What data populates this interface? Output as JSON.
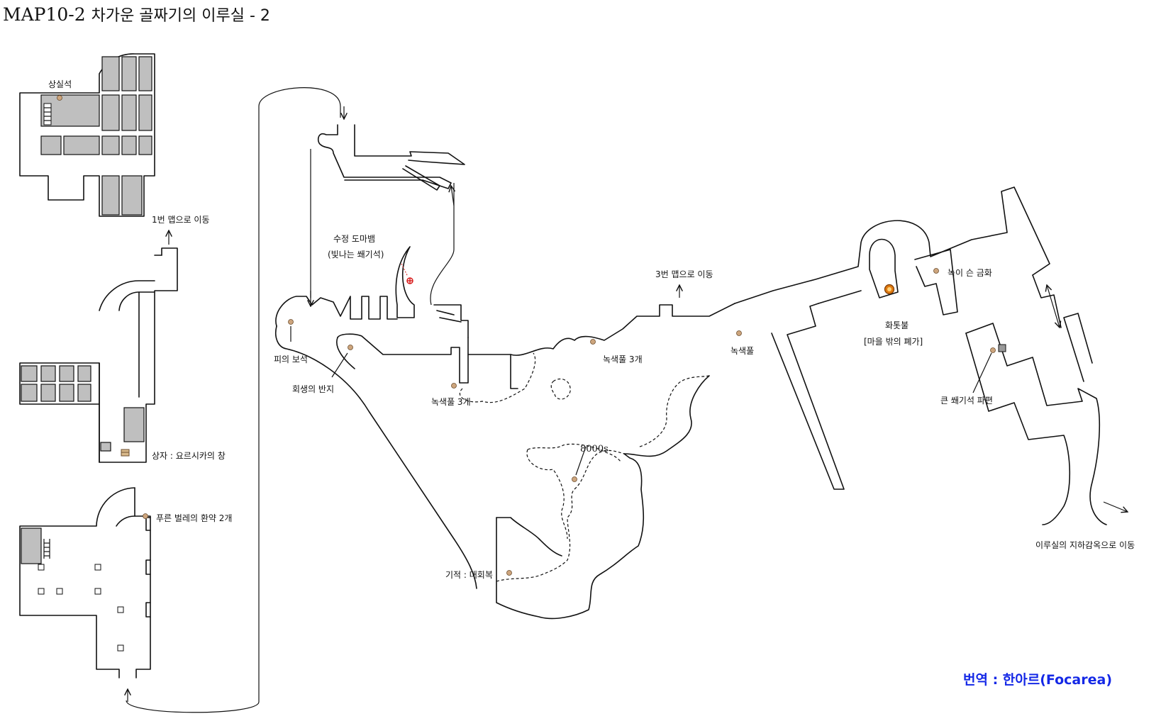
{
  "title": {
    "main": "MAP10-2",
    "sub": "차가운 골짜기의 이루실 - 2"
  },
  "labels": {
    "sangsilseok": "상실석",
    "exit_map1": "1번 맵으로 이동",
    "chest_yorshika": "상자 : 요르시카의 창",
    "blue_bug_pill": "푸른 벌레의 환약 2개",
    "crystal_lizard": "수정 도마뱀",
    "twinkling_titanite": "(빛나는 쐐기석)",
    "blood_gem": "피의 보석",
    "ring_of_rebirth": "회생의 반지",
    "green_blossom_a": "녹색풀 3개",
    "green_blossom_b": "녹색풀 3개",
    "exit_map3": "3번 맵으로 이동",
    "green_blossom_c": "녹색풀",
    "bonfire": "화톳불",
    "bonfire_name": "[마을 밖의 폐가]",
    "rusted_coin": "녹이 슨 금화",
    "large_titanite": "큰 쐐기석 파편",
    "souls_8000": "8000s",
    "miracle_heal": "기적 : 대회복",
    "exit_dungeon": "이루실의 지하감옥으로 이동"
  },
  "credit": "번역 : 한아르(Focarea)",
  "icons": [
    "item-marker-icon",
    "bonfire-icon",
    "treasure-chest-icon",
    "lizard-marker-icon",
    "direction-arrow-icon",
    "ladder-icon"
  ],
  "colors": {
    "item_marker": "#cda57d",
    "bonfire": "#e07a10",
    "lizard": "#d81e1e",
    "credit": "#1428e6",
    "block_fill": "#bfbfbf"
  }
}
